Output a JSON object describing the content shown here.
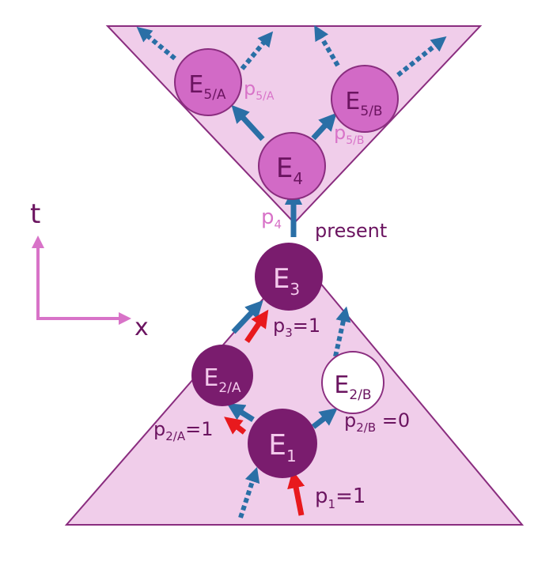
{
  "colors": {
    "cone_fill": "#f0cdea",
    "cone_stroke": "#8a2d7f",
    "node_dark": "#7a1c6e",
    "node_medium": "#d26ac6",
    "node_outline": "#8a2d7f",
    "arrow_blue": "#2a6fa6",
    "arrow_red": "#e8191d",
    "axis": "#d873c8",
    "text_dark": "#6b1460",
    "text_pink": "#d873c8"
  },
  "axes": {
    "t_label": "t",
    "x_label": "x"
  },
  "present_label": "present",
  "nodes": {
    "e1": {
      "main": "E",
      "sub": "1"
    },
    "e2a": {
      "main": "E",
      "sub": "2/A"
    },
    "e2b": {
      "main": "E",
      "sub": "2/B"
    },
    "e3": {
      "main": "E",
      "sub": "3"
    },
    "e4": {
      "main": "E",
      "sub": "4"
    },
    "e5a": {
      "main": "E",
      "sub": "5/A"
    },
    "e5b": {
      "main": "E",
      "sub": "5/B"
    }
  },
  "probabilities": {
    "p1": {
      "main": "p",
      "sub": "1",
      "value": "=1"
    },
    "p2a": {
      "main": "p",
      "sub": "2/A",
      "value": "=1"
    },
    "p2b": {
      "main": "p",
      "sub": "2/B",
      "value": " =0"
    },
    "p3": {
      "main": "p",
      "sub": "3",
      "value": "=1"
    },
    "p4": {
      "main": "p",
      "sub": "4"
    },
    "p5a": {
      "main": "p",
      "sub": "5/A"
    },
    "p5b": {
      "main": "p",
      "sub": "5/B"
    }
  },
  "icons": {
    "blue_arrow": "arrow-up-right-icon",
    "red_arrow": "arrow-up-icon"
  }
}
